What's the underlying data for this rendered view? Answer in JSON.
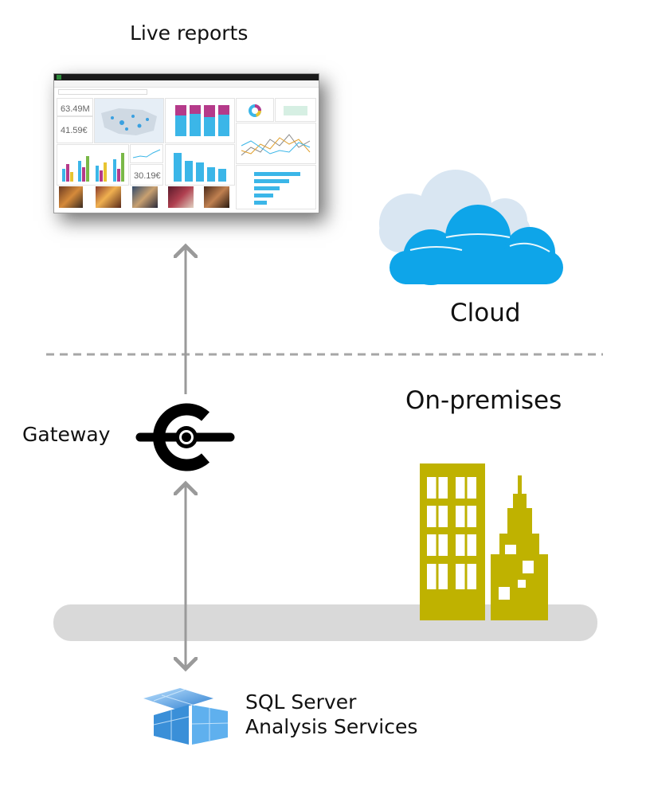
{
  "labels": {
    "live_reports": "Live reports",
    "cloud": "Cloud",
    "on_premises": "On-premises",
    "gateway": "Gateway",
    "ssas_line1": "SQL Server",
    "ssas_line2": "Analysis Services"
  },
  "dashboard": {
    "kpi_1": "63.49M",
    "kpi_2": "41.59€",
    "kpi_3": "30.19€"
  },
  "colors": {
    "cloud_front": "#0ea5e9",
    "cloud_back": "#d9e6f2",
    "building": "#bfb200",
    "ground": "#d9d9d9",
    "arrow": "#9a9a9a",
    "divider": "#a6a6a6",
    "gateway_icon": "#000000",
    "cube_blue": "#3a8fd8"
  }
}
